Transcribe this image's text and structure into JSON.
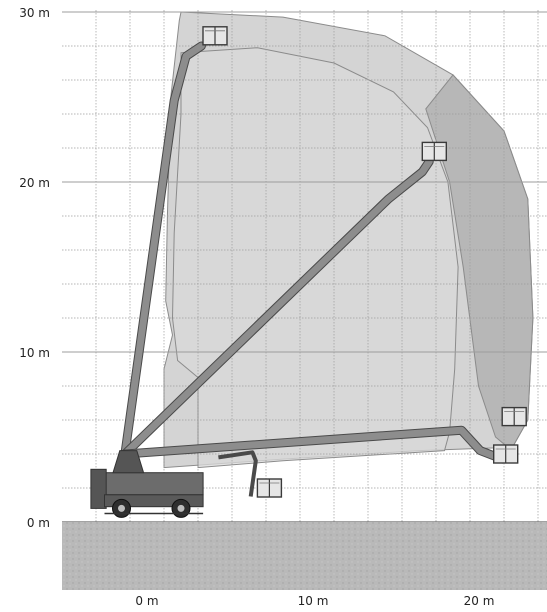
{
  "axes": {
    "y_labels": [
      "0 m",
      "10 m",
      "20 m",
      "30 m"
    ],
    "x_labels": [
      "0 m",
      "10 m",
      "20 m"
    ],
    "x_range_m": [
      -5,
      24
    ],
    "y_range_m": [
      -4,
      30
    ],
    "grid_step_m": 2
  },
  "chart_data": {
    "type": "diagram",
    "title": "",
    "xlabel": "",
    "ylabel": "",
    "envelopes": [
      {
        "points": [
          [
            2,
            30
          ],
          [
            8,
            29.7
          ],
          [
            14,
            28.6
          ],
          [
            18,
            26.3
          ],
          [
            21,
            23
          ],
          [
            22.4,
            19
          ],
          [
            22.7,
            12
          ],
          [
            22.4,
            6
          ],
          [
            21.5,
            4.4
          ],
          [
            16,
            4.2
          ],
          [
            8,
            3.7
          ],
          [
            1,
            3.2
          ],
          [
            1,
            9
          ],
          [
            1.5,
            11
          ],
          [
            1.1,
            13
          ],
          [
            1.2,
            18
          ],
          [
            1.4,
            25
          ],
          [
            1.9,
            29.5
          ],
          [
            2,
            30
          ]
        ]
      },
      {
        "points": [
          [
            2,
            27.6
          ],
          [
            6.5,
            27.9
          ],
          [
            11,
            27
          ],
          [
            14.5,
            25.3
          ],
          [
            16.5,
            23.2
          ],
          [
            17.7,
            20
          ],
          [
            18.3,
            15
          ],
          [
            18.1,
            9
          ],
          [
            17.8,
            5.3
          ],
          [
            17.5,
            4.2
          ],
          [
            8,
            3.6
          ],
          [
            3,
            3.2
          ],
          [
            3,
            8.5
          ],
          [
            1.8,
            9.5
          ],
          [
            1.5,
            12
          ],
          [
            1.6,
            17
          ],
          [
            2,
            24
          ],
          [
            2,
            27.6
          ]
        ]
      },
      {
        "points": [
          [
            16.4,
            24.3
          ],
          [
            17.8,
            20
          ],
          [
            18.6,
            15
          ],
          [
            19.5,
            8
          ],
          [
            20.5,
            5
          ],
          [
            21.1,
            4.5
          ],
          [
            21.5,
            4.4
          ],
          [
            22.4,
            6
          ],
          [
            22.7,
            12
          ],
          [
            22.4,
            19
          ],
          [
            21,
            23
          ],
          [
            18,
            26.3
          ],
          [
            16.4,
            24.3
          ]
        ]
      }
    ],
    "booms": [
      {
        "name": "",
        "points": [
          [
            -1.3,
            4
          ],
          [
            1.6,
            24.8
          ],
          [
            2.3,
            27.4
          ],
          [
            3.2,
            28
          ]
        ]
      },
      {
        "name": "",
        "points": [
          [
            -1.3,
            4
          ],
          [
            14.2,
            19
          ],
          [
            16.2,
            20.6
          ],
          [
            16.6,
            21.2
          ]
        ]
      },
      {
        "name": "",
        "points": [
          [
            -1.3,
            4
          ],
          [
            18.5,
            5.4
          ],
          [
            19.6,
            4.2
          ],
          [
            20.9,
            3.7
          ]
        ]
      }
    ],
    "baskets": [
      {
        "x": 4,
        "y": 28.6
      },
      {
        "x": 16.9,
        "y": 21.8
      },
      {
        "x": 21.6,
        "y": 6.2
      },
      {
        "x": 21.1,
        "y": 4
      },
      {
        "x": 7.2,
        "y": 2
      }
    ],
    "jib": {
      "points": [
        [
          4.2,
          3.8
        ],
        [
          6.2,
          4.1
        ],
        [
          6.4,
          3.6
        ],
        [
          6.1,
          1.5
        ]
      ]
    }
  },
  "colors": {
    "ground": "#b7b7b7",
    "envelope": "#d2d2d2",
    "envelope_edge": "#8b8b8b",
    "envelope_dark": "#adadad",
    "boom": "#8d8d8d",
    "boom_edge": "#4a4a4a",
    "grid": "#9c9c9c",
    "chassis": "#6c6c6c"
  }
}
